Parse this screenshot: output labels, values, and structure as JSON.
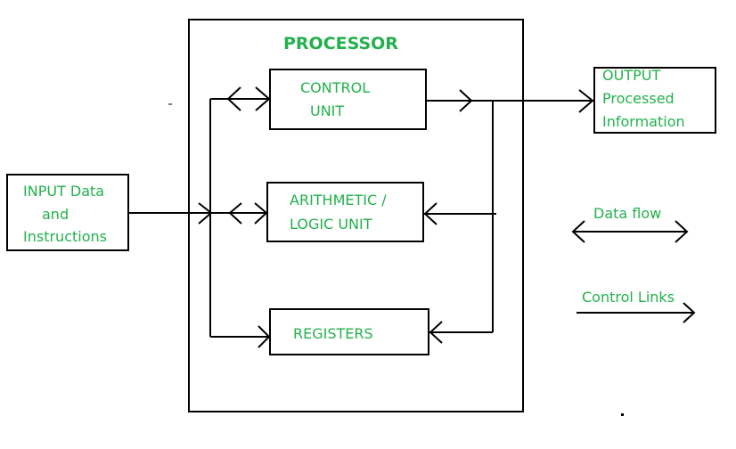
{
  "colors": {
    "label_green": "#22b14c",
    "line": "#000000",
    "background": "#ffffff"
  },
  "processor": {
    "title": "PROCESSOR"
  },
  "blocks": {
    "control_unit": {
      "line1": "CONTROL",
      "line2": "UNIT"
    },
    "alu": {
      "line1": "ARITHMETIC /",
      "line2": "LOGIC UNIT"
    },
    "registers": {
      "label": "REGISTERS"
    },
    "input": {
      "line1": "INPUT Data",
      "line2": "and",
      "line3": "Instructions"
    },
    "output": {
      "line1": "OUTPUT",
      "line2": "Processed",
      "line3": "Information"
    }
  },
  "legend": {
    "data_flow": "Data flow",
    "control_links": "Control Links"
  }
}
